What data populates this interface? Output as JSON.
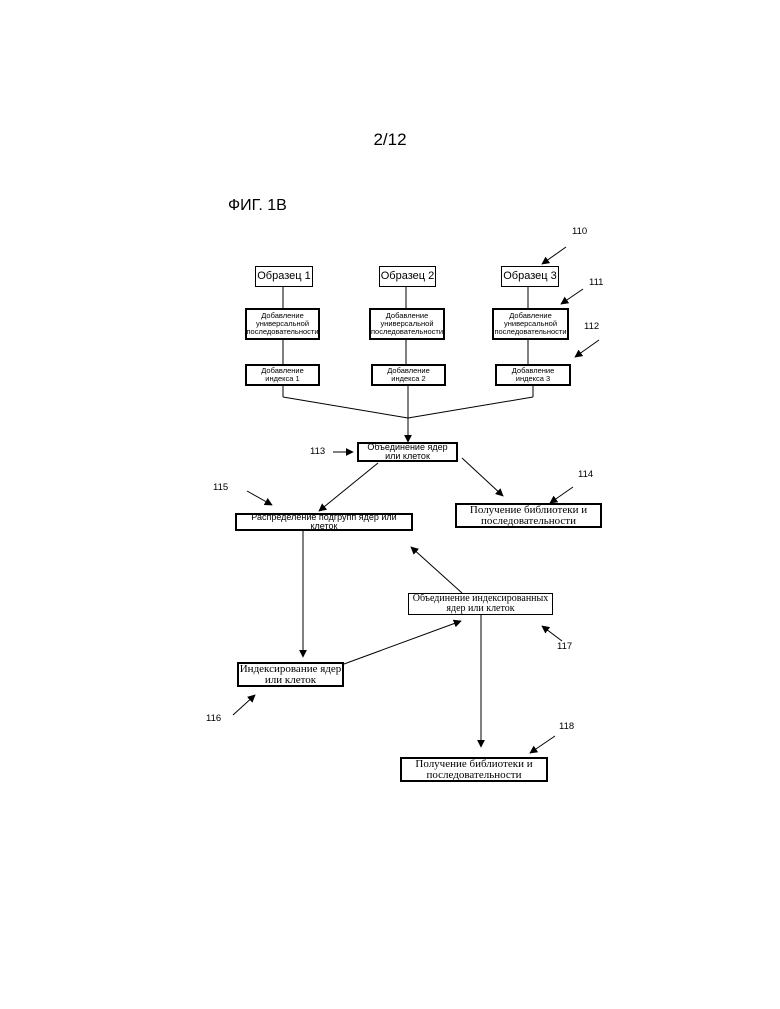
{
  "page_number": "2/12",
  "figure_title": "ФИГ. 1В",
  "samples": [
    {
      "id": "sample-1",
      "label": "Образец 1"
    },
    {
      "id": "sample-2",
      "label": "Образец 2"
    },
    {
      "id": "sample-3",
      "label": "Образец 3"
    }
  ],
  "universal": {
    "label": "Добавление универсальной последовательности"
  },
  "indexes": [
    {
      "label": "Добавление индекса 1"
    },
    {
      "label": "Добавление индекса 2"
    },
    {
      "label": "Добавление индекса 3"
    }
  ],
  "pool": {
    "label": "Объединение ядер или клеток"
  },
  "library_top": {
    "label": "Получение библиотеки и последовательности"
  },
  "distribution": {
    "label": "Распределение подгрупп ядер или клеток"
  },
  "pool_indexed": {
    "label": "Объединение индексированных ядер или клеток"
  },
  "indexing": {
    "label": "Индексирование ядер или клеток"
  },
  "library_bottom": {
    "label": "Получение библиотеки и последовательности"
  },
  "refs": {
    "r110": "110",
    "r111": "111",
    "r112": "112",
    "r113": "113",
    "r114": "114",
    "r115": "115",
    "r116": "116",
    "r117": "117",
    "r118": "118"
  }
}
